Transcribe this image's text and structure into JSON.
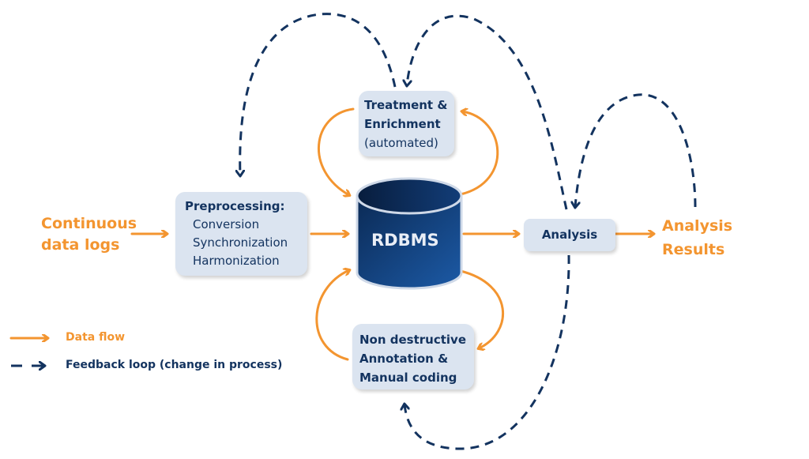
{
  "colors": {
    "data_flow": "#f39530",
    "feedback": "#13335f",
    "box_fill": "#dbe4f0",
    "db_dark": "#0b2a55",
    "db_light": "#1c5aa6"
  },
  "nodes": {
    "input": {
      "lines": [
        "Continuous",
        "data logs"
      ]
    },
    "preprocessing": {
      "title": "Preprocessing:",
      "lines": [
        "Conversion",
        "Synchronization",
        "Harmonization"
      ]
    },
    "treatment": {
      "lines": [
        "Treatment &",
        "Enrichment"
      ],
      "sub": "(automated)"
    },
    "database": {
      "label": "RDBMS",
      "icon": "database-cylinder-icon"
    },
    "annotation": {
      "lines": [
        "Non destructive",
        "Annotation &",
        "Manual coding"
      ]
    },
    "analysis": {
      "label": "Analysis"
    },
    "results": {
      "lines": [
        "Analysis",
        "Results"
      ]
    }
  },
  "edges": {
    "data_flow": [
      {
        "from": "input",
        "to": "preprocessing"
      },
      {
        "from": "preprocessing",
        "to": "database"
      },
      {
        "from": "database",
        "to": "analysis"
      },
      {
        "from": "analysis",
        "to": "results"
      },
      {
        "from": "treatment",
        "to": "database"
      },
      {
        "from": "database",
        "to": "treatment"
      },
      {
        "from": "database",
        "to": "annotation"
      },
      {
        "from": "annotation",
        "to": "database"
      }
    ],
    "feedback": [
      {
        "from": "treatment",
        "to": "preprocessing"
      },
      {
        "from": "analysis",
        "to": "treatment"
      },
      {
        "from": "results",
        "to": "analysis"
      },
      {
        "from": "analysis",
        "to": "annotation"
      }
    ]
  },
  "legend": {
    "items": [
      {
        "label": "Data flow",
        "style": "solid-arrow",
        "icon": "solid-arrow-icon"
      },
      {
        "label": "Feedback loop (change in process)",
        "style": "dashed-arrow",
        "icon": "dashed-arrow-icon"
      }
    ]
  }
}
